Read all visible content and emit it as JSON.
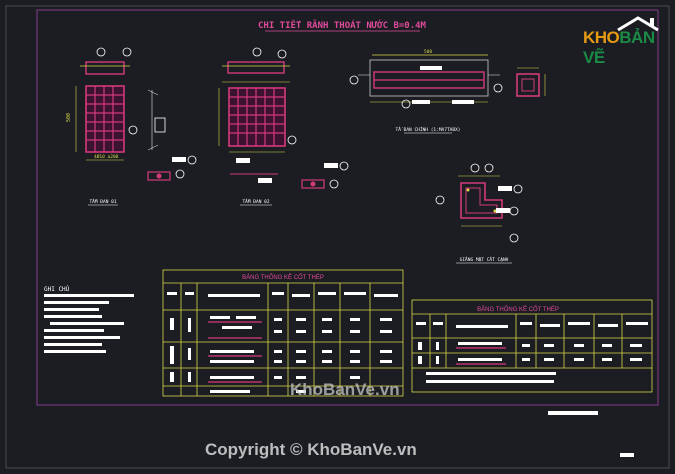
{
  "title": "CHI TIẾT RÃNH THOÁT NƯỚC B=0.4M",
  "views": {
    "section_1": "TẤM ĐAN 01",
    "section_2": "TẤM ĐAN 02",
    "section_3": "TẤ ĐAN CHÍNH (1:MA7TABX)",
    "section_4": "GIẰNG MẶT CẮT CẠNH",
    "dim_top": "500",
    "dim_side": "500"
  },
  "notes": {
    "heading": "GHI CHÚ"
  },
  "table_left": {
    "title": "BẢNG THỐNG KÊ CỐT THÉP"
  },
  "table_right": {
    "title": "BẢNG THỐNG KÊ CỐT THÉP"
  },
  "brand": {
    "part1": "KHO",
    "part2": "BẢN VẼ"
  },
  "watermark": "KhoBanVe.vn",
  "copyright": "Copyright © KhoBanVe.vn",
  "colors": {
    "background": "#1b1d23",
    "frame": "#8a3a8c",
    "rebar": "#d23a7a",
    "table": "#d8d84a"
  }
}
